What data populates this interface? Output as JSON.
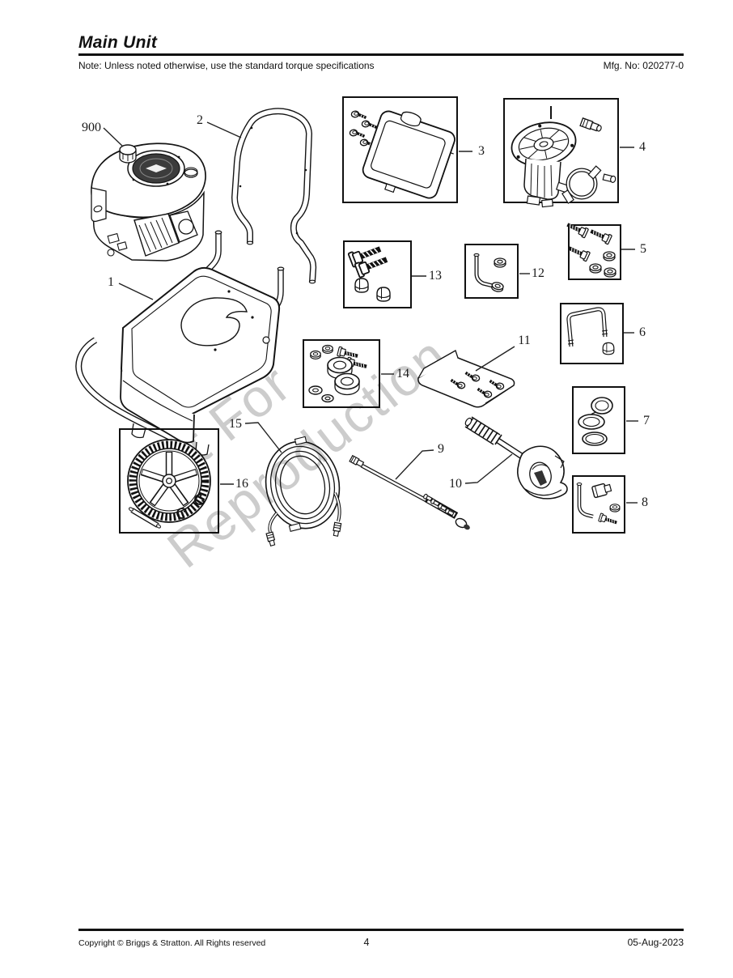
{
  "header": {
    "title": "Main Unit",
    "note": "Note: Unless noted otherwise, use the standard torque specifications",
    "mfg_no": "Mfg. No: 020277-0"
  },
  "watermark": {
    "line1": "Not For",
    "line2": "Reproduction"
  },
  "callouts": [
    {
      "label": "900"
    },
    {
      "label": "1"
    },
    {
      "label": "2"
    },
    {
      "label": "3"
    },
    {
      "label": "4"
    },
    {
      "label": "5"
    },
    {
      "label": "6"
    },
    {
      "label": "7"
    },
    {
      "label": "8"
    },
    {
      "label": "9"
    },
    {
      "label": "10"
    },
    {
      "label": "11"
    },
    {
      "label": "12"
    },
    {
      "label": "13"
    },
    {
      "label": "14"
    },
    {
      "label": "15"
    },
    {
      "label": "16"
    }
  ],
  "footer": {
    "copyright": "Copyright ©  Briggs & Stratton. All Rights reserved",
    "page": "4",
    "date": "05-Aug-2023"
  }
}
